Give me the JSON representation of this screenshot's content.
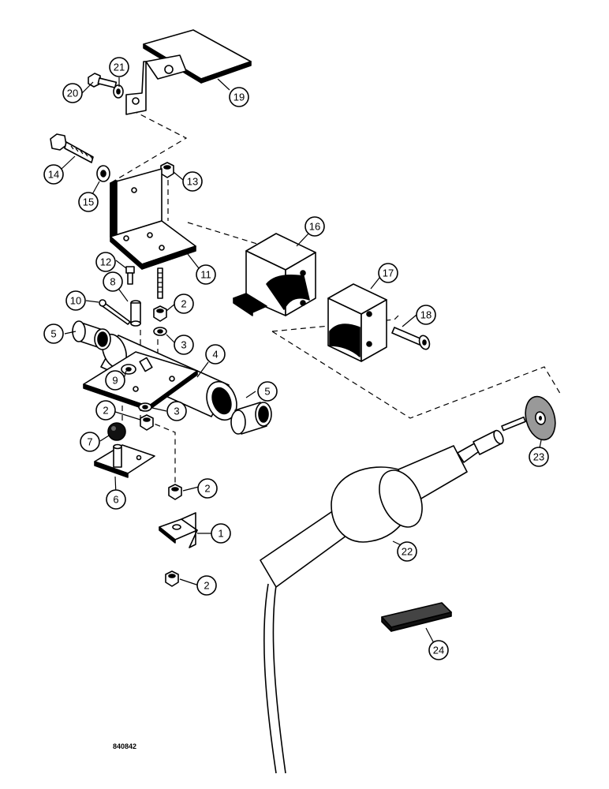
{
  "reference_code": "840842",
  "callouts": [
    {
      "id": "1",
      "label": "1"
    },
    {
      "id": "2a",
      "label": "2"
    },
    {
      "id": "2b",
      "label": "2"
    },
    {
      "id": "2c",
      "label": "2"
    },
    {
      "id": "2d",
      "label": "2"
    },
    {
      "id": "3a",
      "label": "3"
    },
    {
      "id": "3b",
      "label": "3"
    },
    {
      "id": "4",
      "label": "4"
    },
    {
      "id": "5a",
      "label": "5"
    },
    {
      "id": "5b",
      "label": "5"
    },
    {
      "id": "6",
      "label": "6"
    },
    {
      "id": "7",
      "label": "7"
    },
    {
      "id": "8",
      "label": "8"
    },
    {
      "id": "9",
      "label": "9"
    },
    {
      "id": "10",
      "label": "10"
    },
    {
      "id": "11",
      "label": "11"
    },
    {
      "id": "12",
      "label": "12"
    },
    {
      "id": "13",
      "label": "13"
    },
    {
      "id": "14",
      "label": "14"
    },
    {
      "id": "15",
      "label": "15"
    },
    {
      "id": "16",
      "label": "16"
    },
    {
      "id": "17",
      "label": "17"
    },
    {
      "id": "18",
      "label": "18"
    },
    {
      "id": "19",
      "label": "19"
    },
    {
      "id": "20",
      "label": "20"
    },
    {
      "id": "21",
      "label": "21"
    },
    {
      "id": "22",
      "label": "22"
    },
    {
      "id": "23",
      "label": "23"
    },
    {
      "id": "24",
      "label": "24"
    }
  ]
}
